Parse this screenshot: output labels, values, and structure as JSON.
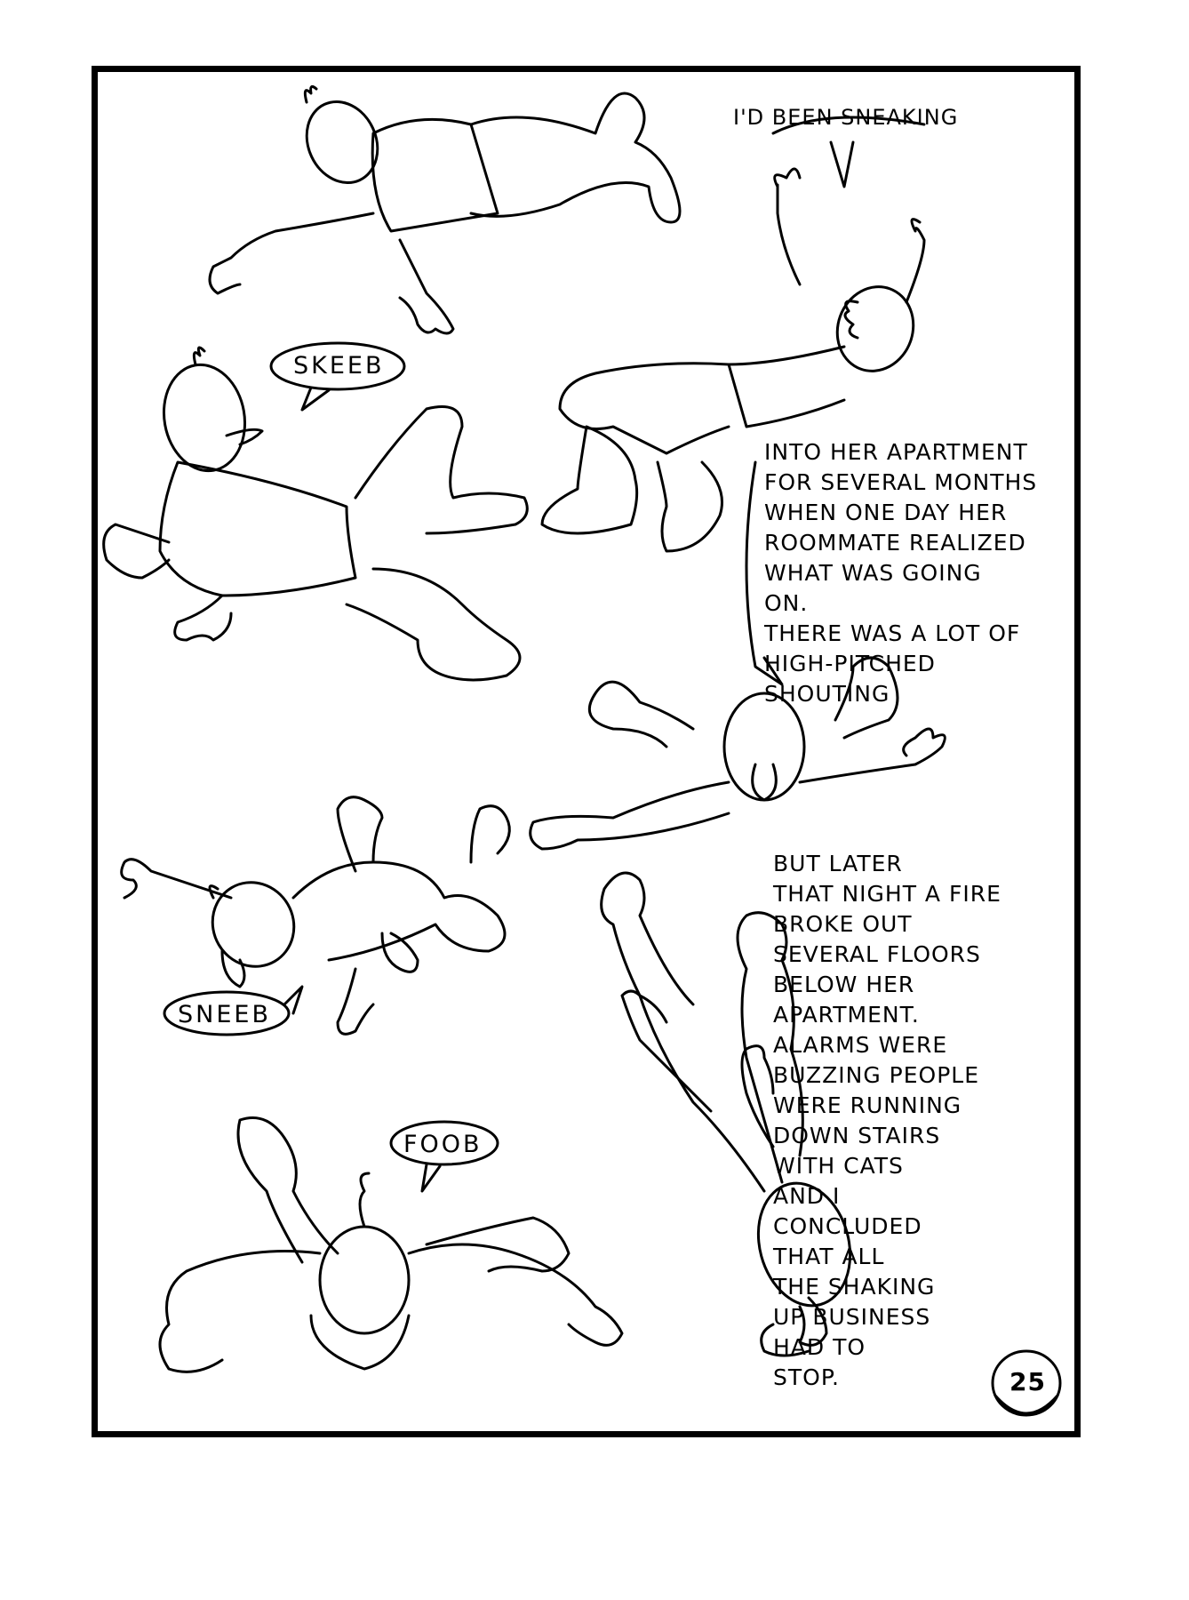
{
  "speech": {
    "caption_1": "I'D BEEN SNEAKING",
    "caption_2": "INTO HER APARTMENT\nFOR SEVERAL MONTHS\nWHEN ONE DAY HER\nROOMMATE REALIZED\nWHAT WAS GOING\nON.\nTHERE WAS A LOT OF\nHIGH-PITCHED\nSHOUTING",
    "caption_3": "BUT LATER\nTHAT NIGHT A FIRE\nBROKE OUT\nSEVERAL FLOORS\nBELOW HER\nAPARTMENT.\nALARMS WERE\nBUZZING PEOPLE\nWERE RUNNING\nDOWN STAIRS\nWITH CATS\nAND I\nCONCLUDED\nTHAT ALL\nTHE SHAKING\nUP BUSINESS\nHAD TO\nSTOP."
  },
  "sound_effects": {
    "skeeb": "SKEEB",
    "sneeb": "SNEEB",
    "foob": "FOOB"
  },
  "page_number": "25",
  "colors": {
    "ink": "#000000",
    "paper": "#ffffff"
  }
}
